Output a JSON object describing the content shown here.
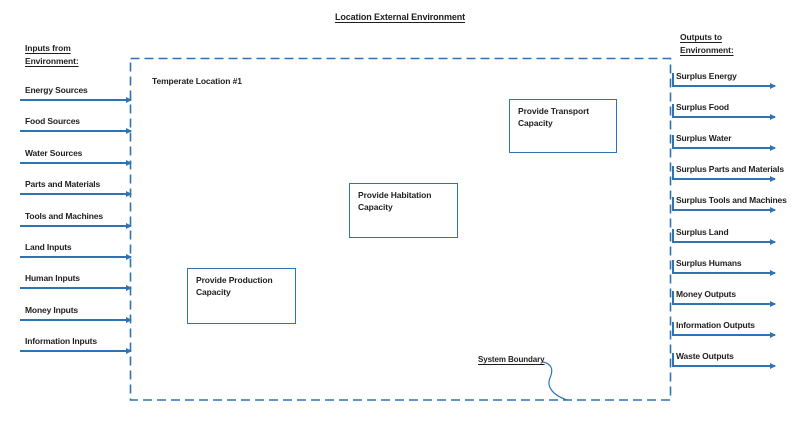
{
  "page_title": "Location External Environment",
  "boundary": {
    "inner_label": "Temperate Location #1",
    "callout_label": "System Boundary"
  },
  "inputs": {
    "header_lines": [
      "Inputs from",
      "Environment:"
    ],
    "items": [
      "Energy Sources",
      "Food Sources",
      "Water Sources",
      "Parts and Materials",
      "Tools and Machines",
      "Land Inputs",
      "Human Inputs",
      "Money Inputs",
      "Information Inputs"
    ]
  },
  "outputs": {
    "header_lines": [
      "Outputs to",
      "Environment:"
    ],
    "items": [
      "Surplus Energy",
      "Surplus Food",
      "Surplus Water",
      "Surplus Parts and Materials",
      "Surplus Tools and Machines",
      "Surplus Land",
      "Surplus Humans",
      "Money Outputs",
      "Information Outputs",
      "Waste Outputs"
    ]
  },
  "process_boxes": [
    {
      "label": "Provide Production Capacity"
    },
    {
      "label": "Provide Habitation Capacity"
    },
    {
      "label": "Provide Transport Capacity"
    }
  ],
  "colors": {
    "accent": "#2E74B5",
    "text": "#1F1F1F"
  }
}
